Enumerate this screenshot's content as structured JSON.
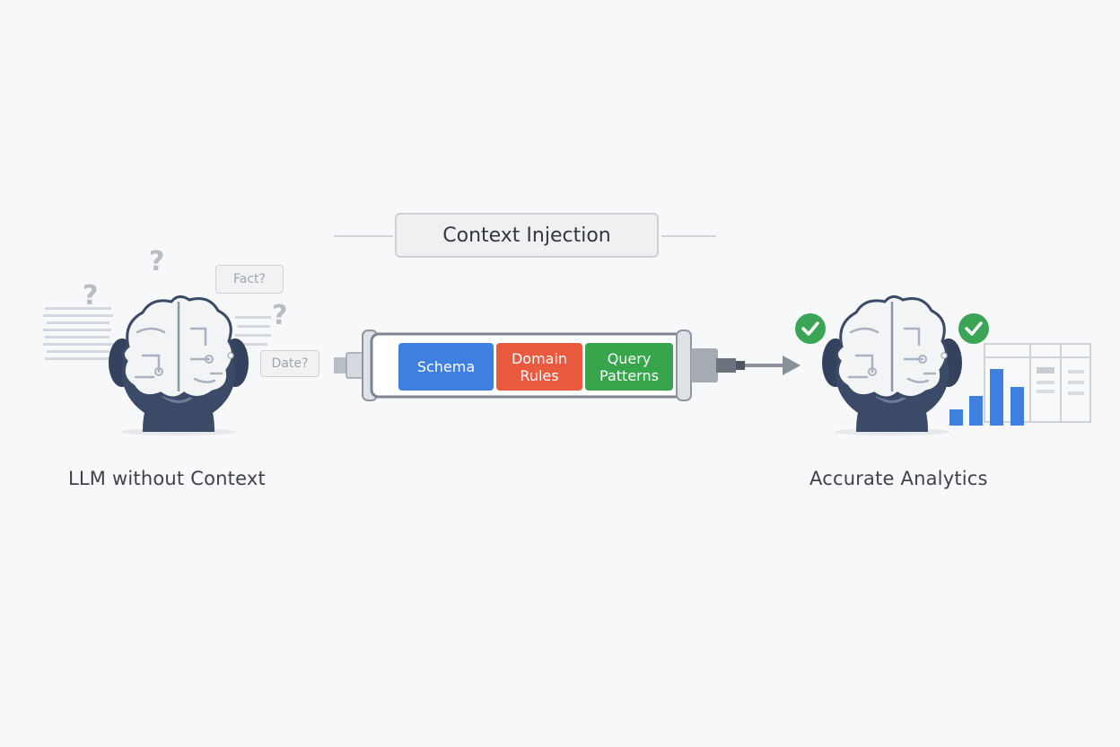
{
  "diagram": {
    "title": "Context Injection",
    "left_label": "LLM without Context",
    "right_label": "Accurate Analytics",
    "bubbles": [
      "Fact?",
      "Date?"
    ],
    "question_mark": "?",
    "blocks": [
      {
        "line1": "Schema",
        "line2": "",
        "color": "#3f7fe0"
      },
      {
        "line1": "Domain",
        "line2": "Rules",
        "color": "#ea5a3f"
      },
      {
        "line1": "Query",
        "line2": "Patterns",
        "color": "#37a54b"
      }
    ],
    "colors": {
      "head": "#3b4a66",
      "brain": "#f3f4f5",
      "check": "#3aa655",
      "bars": "#3f7fe0",
      "arrow": "#8a9098"
    },
    "icons": [
      "brain-head-icon",
      "question-mark-icon",
      "syringe-icon",
      "arrow-right-icon",
      "check-icon",
      "bar-chart-icon",
      "table-icon"
    ]
  }
}
